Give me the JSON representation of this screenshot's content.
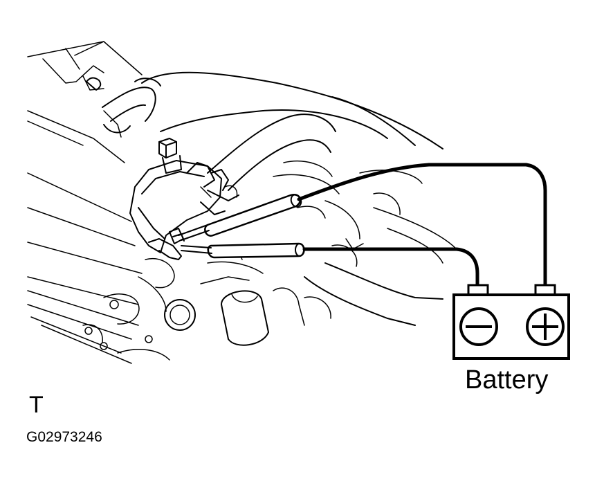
{
  "figure": {
    "battery_label": "Battery",
    "view_letter": "T",
    "figure_code": "G02973246",
    "terminals": {
      "negative_symbol": "minus-symbol",
      "positive_symbol": "plus-symbol"
    },
    "colors": {
      "ink": "#000000",
      "background": "#ffffff"
    }
  }
}
